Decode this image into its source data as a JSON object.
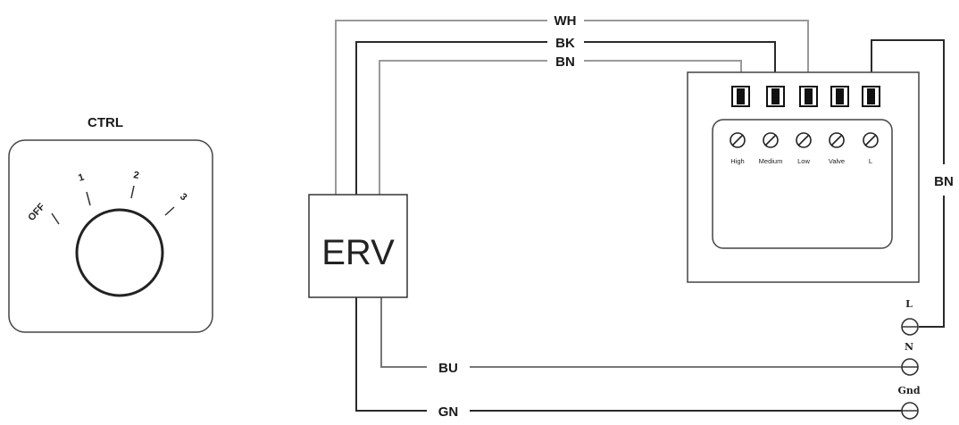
{
  "controller": {
    "title": "CTRL",
    "dial_positions": [
      "OFF",
      "1",
      "2",
      "3"
    ]
  },
  "erv": {
    "label": "ERV"
  },
  "wires": {
    "wh": "WH",
    "bk": "BK",
    "bn_top": "BN",
    "bn_right": "BN",
    "bu": "BU",
    "gn": "GN"
  },
  "terminal_block": {
    "terminals": [
      "High",
      "Medium",
      "Low",
      "Valve",
      "L"
    ]
  },
  "supply": {
    "l": "L",
    "n": "N",
    "gnd": "Gnd"
  }
}
